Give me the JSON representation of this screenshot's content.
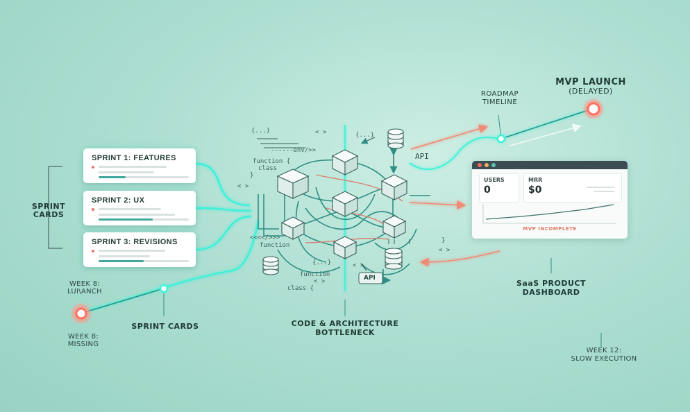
{
  "title": {
    "line1": "MVP LAUNCH",
    "line2": "(DELAYED)"
  },
  "roadmap_label": {
    "line1": "ROADMAP",
    "line2": "TIMELINE"
  },
  "sprint_group_label": {
    "line1": "SPRINT",
    "line2": "CARDS"
  },
  "sprint_cards_label": "SPRINT CARDS",
  "sprint_cards": [
    {
      "title": "SPRINT 1: FEATURES",
      "progress": 0.3
    },
    {
      "title": "SPRINT 2: UX",
      "progress": 0.6
    },
    {
      "title": "SPRINT 3: REVISIONS",
      "progress": 0.5
    }
  ],
  "week8_top": {
    "line1": "WEEK 8:",
    "line2": "LUI\\ANCH"
  },
  "week8_bottom": {
    "line1": "WEEK 8:",
    "line2": "MISSING"
  },
  "bottleneck_label": {
    "line1": "CODE & ARCHITECTURE",
    "line2": "BOTTLENECK"
  },
  "dashboard_label": {
    "line1": "SaaS PRODUCT",
    "line2": "DASHBOARD"
  },
  "week12": {
    "line1": "WEEK 12:",
    "line2": "SLOW EXECUTION"
  },
  "dashboard": {
    "metrics": [
      {
        "label": "USERS",
        "value": "0"
      },
      {
        "label": "MRR",
        "value": "$0"
      }
    ],
    "caption": "MVP INCOMPLETE"
  },
  "api_labels": {
    "top": "API",
    "bottom": "API"
  },
  "code_snippets": {
    "a": "{...}",
    "b": "< >",
    "c": "{...}",
    "d": "------env/>>",
    "e": "function {",
    "f": "class",
    "g": "}",
    "h": "< >",
    "i": "<<<</>>>",
    "j": "function",
    "k": "{...}",
    "l": "function",
    "m": "< >",
    "n": "class {",
    "o": "}",
    "p": "< >",
    "q": "< >"
  },
  "colors": {
    "teal_glow": "#3ff0d8",
    "teal_line": "#2f8f84",
    "coral": "#f08a74",
    "coral_glow": "#ff6f61",
    "card_bg": "#ffffff",
    "dash_bar": "#3c4c53"
  }
}
